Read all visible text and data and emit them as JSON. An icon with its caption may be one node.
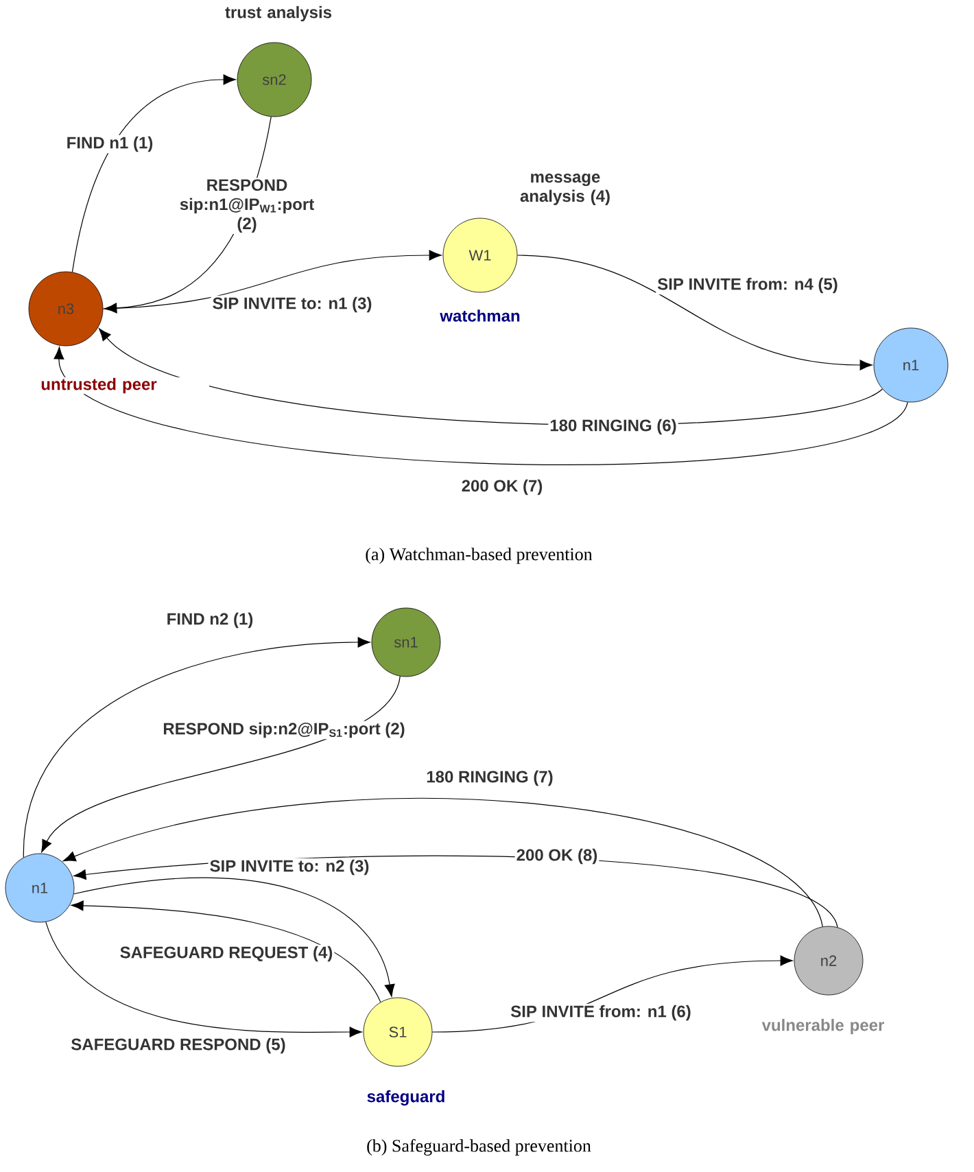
{
  "diagram": {
    "nodes": [
      {
        "text": [
          "sn2"
        ],
        "beside": [
          "trust analysis"
        ]
      },
      {
        "text": [
          "n3"
        ],
        "beside": [
          "untrusted peer"
        ]
      },
      {
        "text": [
          "W1"
        ],
        "beside": [
          "message analysis (4)",
          "watchman"
        ]
      },
      {
        "text": [
          "n1"
        ]
      },
      {
        "text": [
          "sn1"
        ]
      },
      {
        "text": [
          "n1"
        ]
      },
      {
        "text": [
          "S1"
        ],
        "beside": [
          "safeguard"
        ]
      },
      {
        "text": [
          "n2"
        ],
        "beside": [
          "vulnerable peer"
        ]
      }
    ],
    "edges": [
      {
        "from": 1,
        "to": 0,
        "arrow": "to",
        "label": "FIND n1 (1)"
      },
      {
        "from": 0,
        "to": 1,
        "arrow": "to",
        "label": "RESPOND sip:n1@IP$_{W1}$:port (2)"
      },
      {
        "from": 1,
        "to": 2,
        "arrow": "to",
        "label": "SIP INVITE to: n1 (3)"
      },
      {
        "from": 2,
        "to": 3,
        "arrow": "to",
        "label": "SIP INVITE from: n4 (5)"
      },
      {
        "from": 3,
        "to": 1,
        "arrow": "to",
        "label": "180 RINGING (6)"
      },
      {
        "from": 3,
        "to": 1,
        "arrow": "to",
        "label": "200 OK (7)"
      },
      {
        "from": 5,
        "to": 4,
        "arrow": "to",
        "label": "FIND n2 (1)"
      },
      {
        "from": 4,
        "to": 5,
        "arrow": "to",
        "label": "RESPOND sip:n2@IP$_{S1}$:port (2)"
      },
      {
        "from": 5,
        "to": 6,
        "arrow": "to",
        "label": "SIP INVITE to: n2 (3)"
      },
      {
        "from": 6,
        "to": 5,
        "arrow": "to",
        "label": "SAFEGUARD REQUEST (4)"
      },
      {
        "from": 5,
        "to": 6,
        "arrow": "to",
        "label": "SAFEGUARD RESPOND (5)"
      },
      {
        "from": 6,
        "to": 7,
        "arrow": "to",
        "label": "SIP INVITE from: n1 (6)"
      },
      {
        "from": 7,
        "to": 5,
        "arrow": "to",
        "label": "180 RINGING (7)"
      },
      {
        "from": 7,
        "to": 5,
        "arrow": "to",
        "label": "200 OK (8)"
      }
    ],
    "labels": [
      "(a) Watchman-based prevention",
      "(b) Safeguard-based prevention"
    ]
  }
}
